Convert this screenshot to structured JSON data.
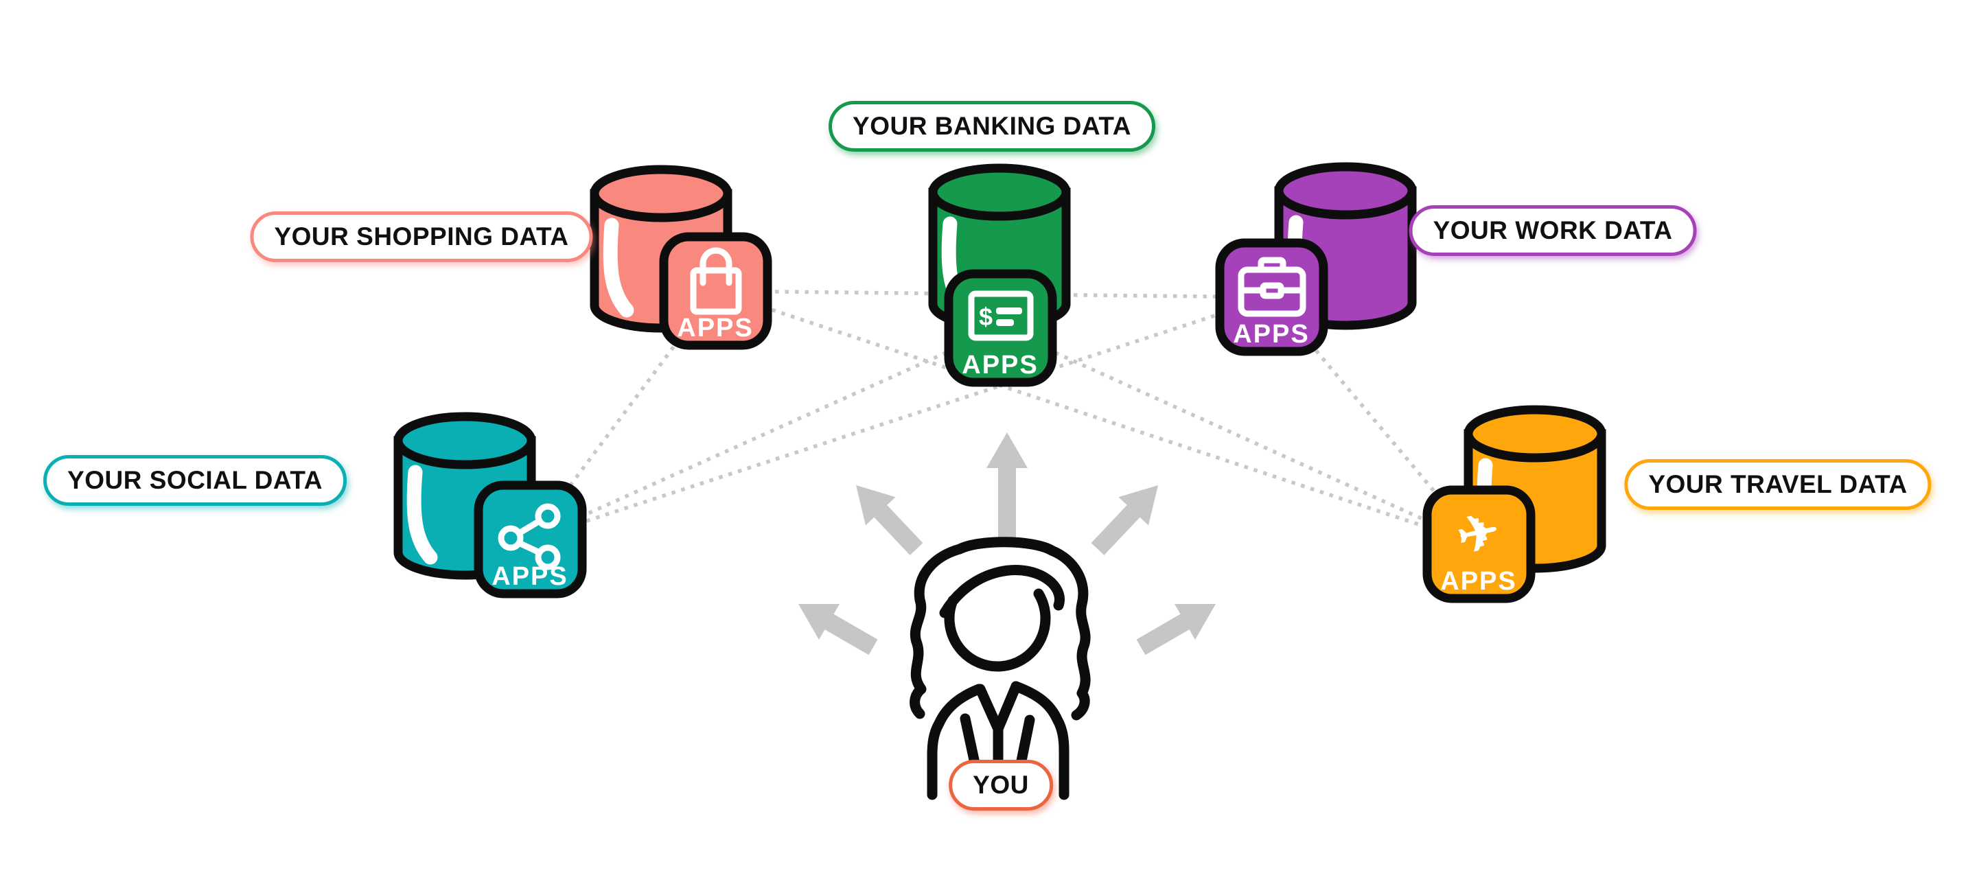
{
  "diagram": {
    "background": "#ffffff",
    "outline_color": "#0d0d0d",
    "connector_color": "#c8c8c8",
    "arrow_color": "#c6c6c6",
    "nodes": [
      {
        "id": "shopping",
        "label": "YOUR SHOPPING DATA",
        "apps_label": "APPS",
        "color": "#F9897F",
        "icon": "shopping-bag-icon"
      },
      {
        "id": "banking",
        "label": "YOUR BANKING DATA",
        "apps_label": "APPS",
        "color": "#159A4D",
        "icon": "bank-check-icon"
      },
      {
        "id": "work",
        "label": "YOUR WORK DATA",
        "apps_label": "APPS",
        "color": "#A542B9",
        "icon": "briefcase-icon"
      },
      {
        "id": "social",
        "label": "YOUR SOCIAL DATA",
        "apps_label": "APPS",
        "color": "#0AAFB4",
        "icon": "share-icon"
      },
      {
        "id": "travel",
        "label": "YOUR TRAVEL DATA",
        "apps_label": "APPS",
        "color": "#FFA60D",
        "icon": "airplane-icon"
      }
    ],
    "you": {
      "label": "YOU",
      "color": "#ED6443"
    },
    "connections": [
      [
        "shopping",
        "work"
      ],
      [
        "shopping",
        "social"
      ],
      [
        "shopping",
        "travel"
      ],
      [
        "banking",
        "social"
      ],
      [
        "banking",
        "travel"
      ],
      [
        "work",
        "social"
      ],
      [
        "work",
        "travel"
      ]
    ]
  }
}
